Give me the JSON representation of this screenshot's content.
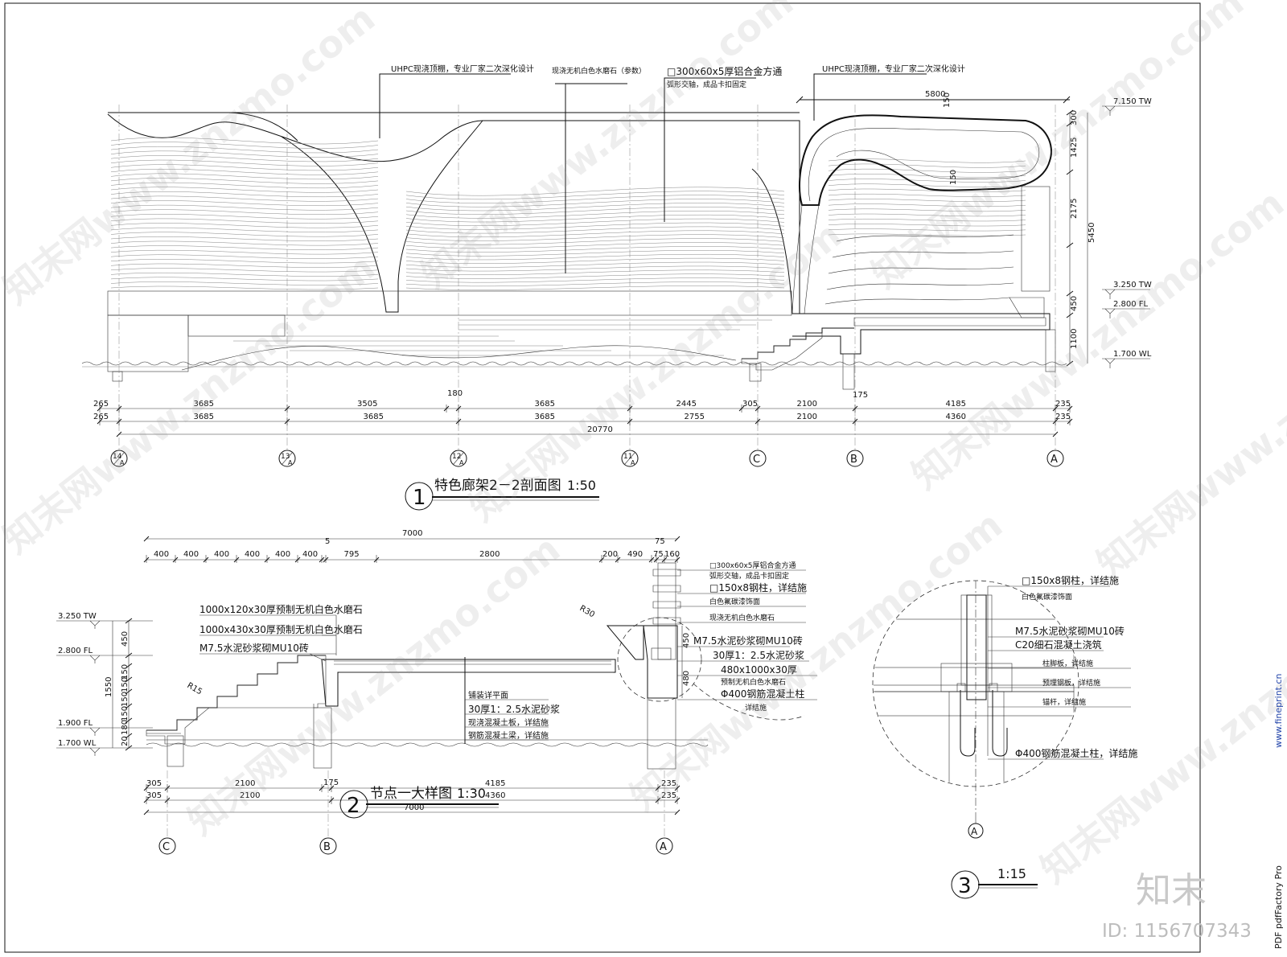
{
  "section1": {
    "title": "特色廊架2－2剖面图",
    "scale": "1:50",
    "number": "1",
    "annotations": {
      "uhpc_left": "UHPC现浇顶棚，专业厂家二次深化设计",
      "stone": "现浇无机白色水磨石（参数）",
      "tube": "□300x60x5厚铝合金方通",
      "tube_note": "弧形交轴，成品卡扣固定",
      "uhpc_right": "UHPC现浇顶棚，专业厂家二次深化设计"
    },
    "levels": [
      "7.150 TW",
      "3.250 TW",
      "2.800 FL",
      "1.700 WL"
    ],
    "right_dims": [
      "300",
      "1425",
      "2175",
      "5450",
      "450",
      "1100"
    ],
    "top_dim": "5800",
    "thickness_labels": [
      "150",
      "150"
    ],
    "dim_row1": [
      "265",
      "3685",
      "3505",
      "180",
      "3685",
      "2445",
      "305",
      "2100",
      "4185",
      "235"
    ],
    "dim_row2": [
      "265",
      "3685",
      "3685",
      "3685",
      "2755",
      "2100",
      "4360",
      "235"
    ],
    "dim_total": "20770",
    "small_dim": "175",
    "axes": [
      {
        "num": "14",
        "sub": "A"
      },
      {
        "num": "13",
        "sub": "A"
      },
      {
        "num": "12",
        "sub": "A"
      },
      {
        "num": "11",
        "sub": "A"
      },
      {
        "num": "C",
        "sub": ""
      },
      {
        "num": "B",
        "sub": ""
      },
      {
        "num": "A",
        "sub": ""
      }
    ]
  },
  "section2": {
    "title": "节点一大样图",
    "scale": "1:30",
    "number": "2",
    "top_total": "7000",
    "top_dims": [
      "400",
      "400",
      "400",
      "400",
      "400",
      "400",
      "5",
      "795",
      "2800",
      "200",
      "490",
      "75",
      "75",
      "160"
    ],
    "levels": [
      "3.250 TW",
      "2.800 FL",
      "1.900 FL",
      "1.700 WL"
    ],
    "left_dims": [
      "1550",
      "450",
      "150",
      "150",
      "150",
      "150",
      "180",
      "20"
    ],
    "right_dims": [
      "450",
      "480"
    ],
    "radii": [
      "R30",
      "R15"
    ],
    "left_notes": [
      "1000x120x30厚预制无机白色水磨石",
      "1000x430x30厚预制无机白色水磨石",
      "M7.5水泥砂浆砌MU10砖"
    ],
    "center_notes": [
      "铺装详平面",
      "30厚1：2.5水泥砂浆",
      "现浇混凝土板，详结施",
      "钢筋混凝土梁，详结施"
    ],
    "right_notes": [
      "□300x60x5厚铝合金方通",
      "弧形交轴，成品卡扣固定",
      "□150x8钢柱，详结施",
      "白色氟碳漆饰面",
      "现浇无机白色水磨石",
      "M7.5水泥砂浆砌MU10砖",
      "30厚1：2.5水泥砂浆",
      "480x1000x30厚",
      "预制无机白色水磨石",
      "Φ400钢筋混凝土柱",
      "详结施"
    ],
    "bottom_row1": [
      "305",
      "2100",
      "175",
      "4185",
      "235"
    ],
    "bottom_row2": [
      "305",
      "2100",
      "4360",
      "235"
    ],
    "bottom_total": "7000",
    "axes": [
      "C",
      "B",
      "A"
    ]
  },
  "section3": {
    "number": "3",
    "scale": "1:15",
    "notes": [
      "□150x8钢柱，详结施",
      "白色氟碳漆饰面",
      "M7.5水泥砂浆砌MU10砖",
      "C20细石混凝土浇筑",
      "柱脚板，详结施",
      "预埋钢板，详结施",
      "锚杆，详结施",
      "Φ400钢筋混凝土柱，详结施"
    ],
    "axis": "A"
  },
  "watermark": {
    "text": "知末网www.znzmo.com",
    "brand": "知末",
    "id": "ID: 1156707343",
    "side_url": "www.fineprint.cn",
    "side_app": "PDF pdfFactory Pro",
    "side_url2": "www.znzmo.com"
  }
}
